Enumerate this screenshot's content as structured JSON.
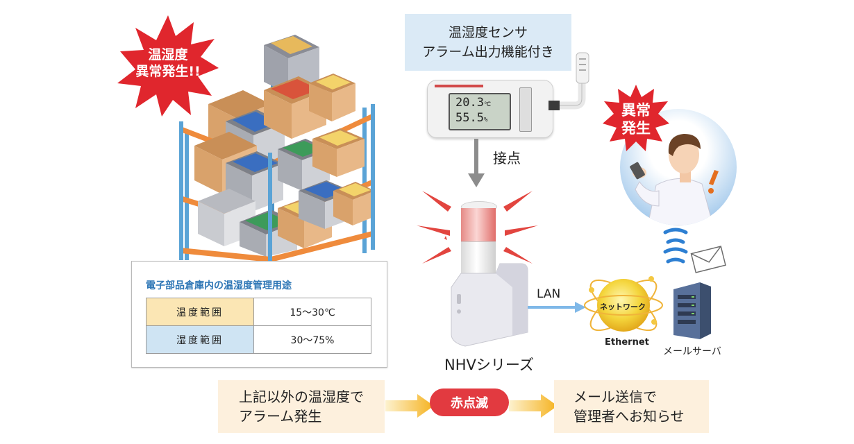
{
  "warehouse": {
    "burst_line1": "温湿度",
    "burst_line2": "異常発生!!"
  },
  "info": {
    "title": "電子部品倉庫内の温湿度管理用途",
    "rows": [
      {
        "label": "温度範囲",
        "value": "15〜30℃",
        "color": "#fbe6b4"
      },
      {
        "label": "湿度範囲",
        "value": "30〜75%",
        "color": "#cfe4f3"
      }
    ]
  },
  "sensor": {
    "label_line1": "温湿度センサ",
    "label_line2": "アラーム出力機能付き",
    "temp_reading": "20.3",
    "temp_unit": "℃",
    "humidity_reading": "55.5",
    "humidity_unit": "%"
  },
  "contact_label": "接点",
  "tower_label": "NHVシリーズ",
  "lan_label": "LAN",
  "network": {
    "globe_label": "ネットワーク",
    "ethernet_label": "Ethernet"
  },
  "server_label": "メールサーバ",
  "person": {
    "burst_line1": "異常",
    "burst_line2": "発生"
  },
  "flow": {
    "left_line1": "上記以外の温湿度で",
    "left_line2": "アラーム発生",
    "blink": "赤点滅",
    "right_line1": "メール送信で",
    "right_line2": "管理者へお知らせ"
  },
  "colors": {
    "burst_red": "#e0262d",
    "accent_blue": "#2f77b6",
    "lamp_red": "#e2453f",
    "flow_bg": "#fdf0dd",
    "shelf_orange": "#ef8b3c",
    "shelf_blue": "#5aa3d6"
  }
}
